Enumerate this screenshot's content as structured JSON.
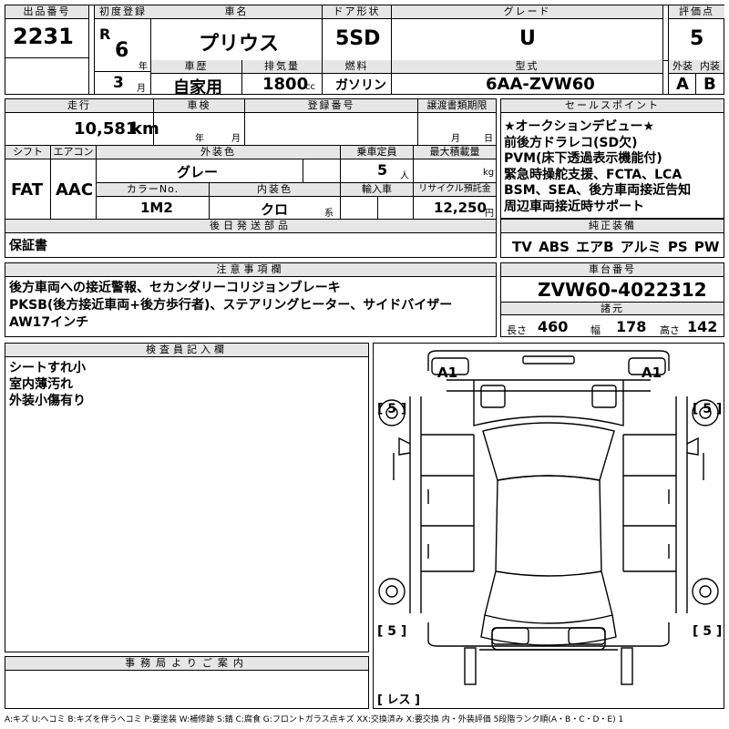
{
  "header": {
    "lot_label": "出品番号",
    "lot_value": "2231",
    "reg_label": "初度登録",
    "reg_era": "R",
    "reg_year": "6",
    "reg_year_unit": "年",
    "reg_month": "3",
    "reg_month_unit": "月",
    "car_name_label": "車名",
    "car_name": "プリウス",
    "door_label": "ドア形状",
    "door_value": "5SD",
    "grade_label": "グレード",
    "grade_value": "U",
    "score_label": "評価点",
    "score_value": "5",
    "history_label": "車歴",
    "history_value": "自家用",
    "displacement_label": "排気量",
    "displacement_value": "1800",
    "displacement_unit": "cc",
    "fuel_label": "燃料",
    "fuel_value": "ガソリン",
    "model_label": "型式",
    "model_value": "6AA-ZVW60",
    "exterior_label": "外装",
    "exterior_value": "A",
    "interior_label": "内装",
    "interior_value": "B"
  },
  "row2": {
    "mileage_label": "走行",
    "mileage_value": "10,581",
    "mileage_unit": "km",
    "inspection_label": "車検",
    "inspection_year": "年",
    "inspection_month": "月",
    "plate_label": "登録番号",
    "transfer_label": "譲渡書類期限",
    "transfer_month": "月",
    "transfer_day": "日",
    "selling_label": "セールスポイント",
    "selling_points": [
      "★オークションデビュー★",
      "前後方ドラレコ(SD欠)",
      "PVM(床下透過表示機能付)",
      "緊急時操舵支援、FCTA、LCA",
      "BSM、SEA、後方車両接近告知",
      "周辺車両接近時サポート"
    ]
  },
  "row3": {
    "shift_label": "シフト",
    "shift_value": "FAT",
    "ac_label": "エアコン",
    "ac_value": "AAC",
    "color_label": "外装色",
    "color_value": "グレー",
    "capacity_label": "乗車定員",
    "capacity_value": "5",
    "capacity_unit": "人",
    "load_label": "最大積載量",
    "load_unit": "kg",
    "color_no_label": "カラーNo.",
    "color_no_value": "1M2",
    "int_color_label": "内装色",
    "int_color_value": "クロ",
    "int_color_unit": "系",
    "import_label": "輸入車",
    "recycle_label": "リサイクル預託金",
    "recycle_value": "12,250",
    "recycle_unit": "円"
  },
  "later_parts": {
    "label": "後日発送部品",
    "value": "保証書"
  },
  "equipment": {
    "label": "純正装備",
    "value": "TV ABS エアB アルミ PS PW"
  },
  "notes": {
    "label": "注意事項欄",
    "lines": [
      "後方車両への接近警報、セカンダリーコリジョンブレーキ",
      "PKSB(後方接近車両+後方歩行者)、ステアリングヒーター、サイドバイザー",
      "AW17インチ"
    ]
  },
  "chassis": {
    "label": "車台番号",
    "value": "ZVW60-4022312"
  },
  "dimensions": {
    "label": "諸元",
    "length_label": "長さ",
    "length_value": "460",
    "width_label": "幅",
    "width_value": "178",
    "height_label": "高さ",
    "height_value": "142"
  },
  "inspector": {
    "label": "検査員記入欄",
    "lines": [
      "シートすれ小",
      "室内薄汚れ",
      "外装小傷有り"
    ]
  },
  "office": {
    "label": "事務局よりご案内"
  },
  "diagram": {
    "front_left": "A1",
    "front_right": "A1",
    "tire_fl": "5",
    "tire_fr": "5",
    "tire_rl": "5",
    "tire_rr": "5",
    "spare_label": "レス"
  },
  "legend": "A:キズ U:ヘコミ B:キズを伴うヘコミ P:要塗装 W:補修跡 S:錆 C:腐食 G:フロントガラス点キズ XX:交換済み X:要交換 内・外装評価 5段階ランク順(A・B・C・D・E) 1"
}
